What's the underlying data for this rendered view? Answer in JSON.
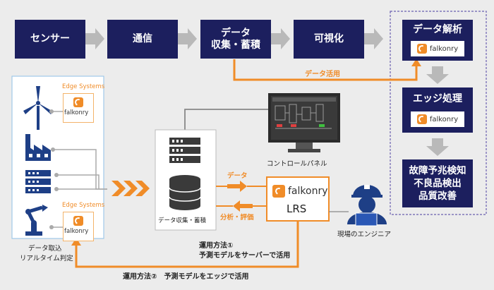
{
  "flow": {
    "sensor": "センサー",
    "comm": "通信",
    "collect_line1": "データ",
    "collect_line2": "収集・蓄積",
    "visualize": "可視化"
  },
  "right_column": {
    "analysis": "データ解析",
    "edge": "エッジ処理",
    "result_line1": "故障予兆検知",
    "result_line2": "不良品検出",
    "result_line3": "品質改善"
  },
  "brand": {
    "name": "falkonry",
    "lrs": "LRS"
  },
  "labels": {
    "data_use": "データ活用",
    "edge_systems": "Edge Systems",
    "control_panel": "コントロールパネル",
    "data_arrow": "データ",
    "analysis_arrow": "分析・評価",
    "storage": "データ収集・蓄積",
    "engineer": "現場のエンジニア",
    "intake_line1": "データ取込",
    "intake_line2": "リアルタイム判定",
    "method1_line1": "運用方法①",
    "method1_line2": "予測モデルをサーバーで活用",
    "method2": "運用方法②　予測モデルをエッジで活用"
  },
  "colors": {
    "navy": "#1c1f5e",
    "orange": "#f08c28",
    "gray_arrow": "#b9b9b9"
  }
}
